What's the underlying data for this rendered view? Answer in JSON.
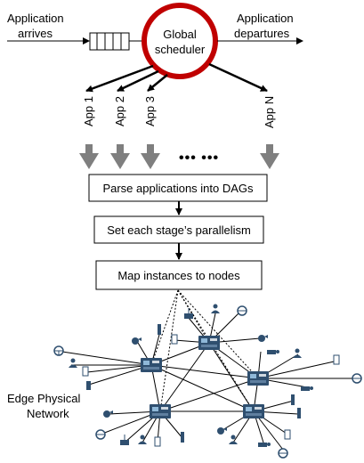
{
  "arrival_label": [
    "Application",
    "arrives"
  ],
  "departure_label": [
    "Application",
    "departures"
  ],
  "scheduler_label": [
    "Global",
    "scheduler"
  ],
  "apps": [
    "App 1",
    "App 2",
    "App 3",
    "App N"
  ],
  "ellipsis": "•••  •••",
  "steps": [
    "Parse applications into DAGs",
    "Set each stage’s parallelism",
    "Map instances to nodes"
  ],
  "network_label": [
    "Edge Physical",
    "Network"
  ],
  "colors": {
    "scheduler_ring": "#c00000",
    "down_arrow": "#7f7f7f",
    "node": "#2f4f6f"
  },
  "icons": [
    "queue-icon",
    "edge-server-icon",
    "camera-icon",
    "phone-icon",
    "person-icon",
    "router-icon",
    "steering-wheel-icon",
    "surveillance-camera-icon",
    "sensor-icon"
  ]
}
